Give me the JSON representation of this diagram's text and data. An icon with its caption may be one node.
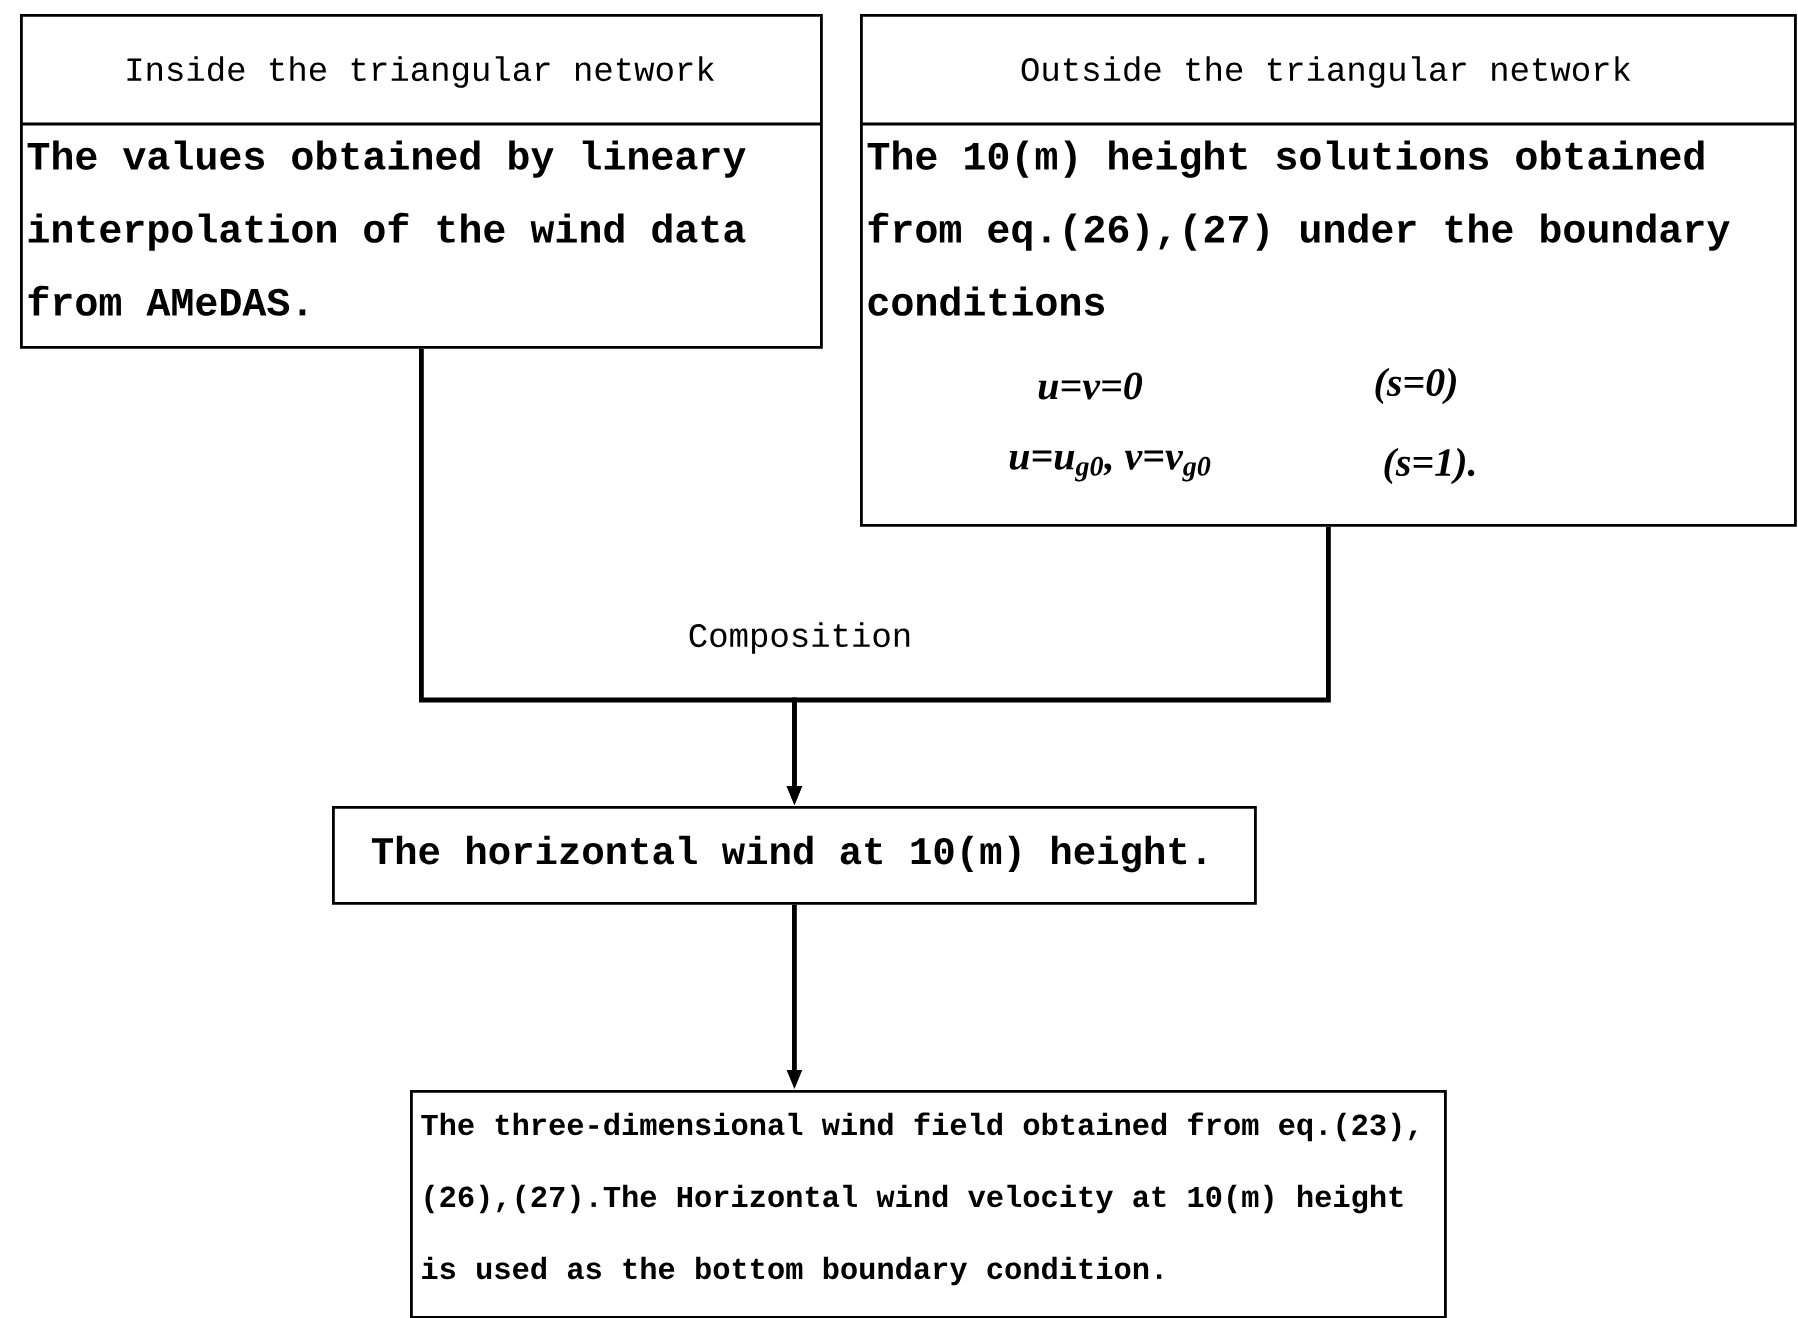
{
  "diagram": {
    "nodes": [
      {
        "text": [
          "Inside the triangular network",
          "The values obtained by lineary interpolation of the wind data from AMeDAS."
        ]
      },
      {
        "text": [
          "Outside the triangular network",
          "The 10(m) height solutions obtained from eq.(26),(27) under the boundary conditions",
          "u=v=0",
          "(s=0)",
          "u=u$_{g0}$, v=v$_{g0}$",
          "(s=1)."
        ]
      },
      {
        "text": [
          "The horizontal wind at 10(m) height."
        ]
      },
      {
        "text": [
          "The three-dimensional wind field obtained from eq.(23), (26),(27).The Horizontal wind velocity at 10(m) height is used as the bottom boundary condition."
        ]
      }
    ],
    "edges": [
      {
        "from": 0,
        "to": 2,
        "arrow": "to",
        "label": "Composition"
      },
      {
        "from": 1,
        "to": 2,
        "arrow": "to"
      },
      {
        "from": 2,
        "to": 3,
        "arrow": "to"
      }
    ]
  }
}
